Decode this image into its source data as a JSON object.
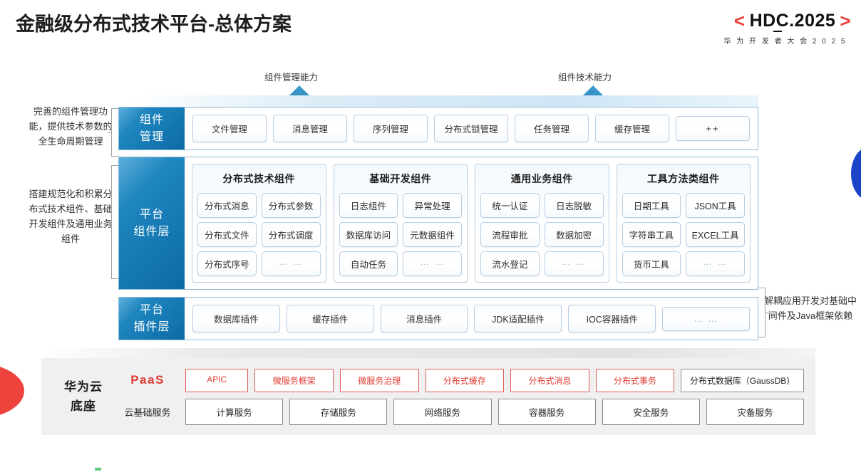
{
  "header": {
    "title": "金融级分布式技术平台-总体方案",
    "logo_bracket_left": "<",
    "logo_bracket_right": ">",
    "logo_main": "HDC.2025",
    "logo_sub": "华 为 开 发 者 大 会 2 0 2 5",
    "accent_red": "#e8423c"
  },
  "arrows": {
    "left_label": "组件管理能力",
    "right_label": "组件技术能力",
    "icon": "arrow-up-icon",
    "color": "#1b7fb8"
  },
  "side_notes": {
    "left_top": "完善的组件管理功能，提供技术参数的全生命周期管理",
    "left_bottom": "搭建规范化和积累分布式技术组件、基础开发组件及通用业务组件",
    "right": "解耦应用开发对基础中间件及Java框架依赖"
  },
  "layers": {
    "component_management": {
      "label": "组件\n管理",
      "label_line1": "组件",
      "label_line2": "管理",
      "items": [
        "文件管理",
        "消息管理",
        "序列管理",
        "分布式锁管理",
        "任务管理",
        "缓存管理",
        "++"
      ]
    },
    "platform_component": {
      "label_line1": "平台",
      "label_line2": "组件层",
      "groups": [
        {
          "title": "分布式技术组件",
          "rows": [
            [
              "分布式消息",
              "分布式参数"
            ],
            [
              "分布式文件",
              "分布式调度"
            ],
            [
              "分布式序号",
              "… …"
            ]
          ]
        },
        {
          "title": "基础开发组件",
          "rows": [
            [
              "日志组件",
              "异常处理"
            ],
            [
              "数据库访问",
              "元数据组件"
            ],
            [
              "自动任务",
              "… …"
            ]
          ]
        },
        {
          "title": "通用业务组件",
          "rows": [
            [
              "统一认证",
              "日志脱敏"
            ],
            [
              "流程审批",
              "数据加密"
            ],
            [
              "流水登记",
              "… …"
            ]
          ]
        },
        {
          "title": "工具方法类组件",
          "rows": [
            [
              "日期工具",
              "JSON工具"
            ],
            [
              "字符串工具",
              "EXCEL工具"
            ],
            [
              "货币工具",
              "… …"
            ]
          ]
        }
      ]
    },
    "platform_plugin": {
      "label_line1": "平台",
      "label_line2": "插件层",
      "items": [
        "数据库插件",
        "缓存插件",
        "消息插件",
        "JDK适配插件",
        "IOC容器插件",
        "… …"
      ]
    }
  },
  "cloud": {
    "title_line1": "华为云",
    "title_line2": "底座",
    "paas_label": "PaaS",
    "base_label": "云基础服务",
    "paas_items": [
      {
        "label": "APIC",
        "style": "red"
      },
      {
        "label": "微服务框架",
        "style": "red"
      },
      {
        "label": "微服务治理",
        "style": "red"
      },
      {
        "label": "分布式缓存",
        "style": "red"
      },
      {
        "label": "分布式消息",
        "style": "red"
      },
      {
        "label": "分布式事务",
        "style": "red"
      },
      {
        "label": "分布式数据库（GaussDB）",
        "style": "gray"
      }
    ],
    "base_items": [
      "计算服务",
      "存储服务",
      "网络服务",
      "容器服务",
      "安全服务",
      "灾备服务"
    ]
  },
  "decorations": {
    "red_wedge_color": "#ee423c",
    "blue_half_color": "#1a45c8",
    "green_dot_color": "#5ec97f"
  }
}
